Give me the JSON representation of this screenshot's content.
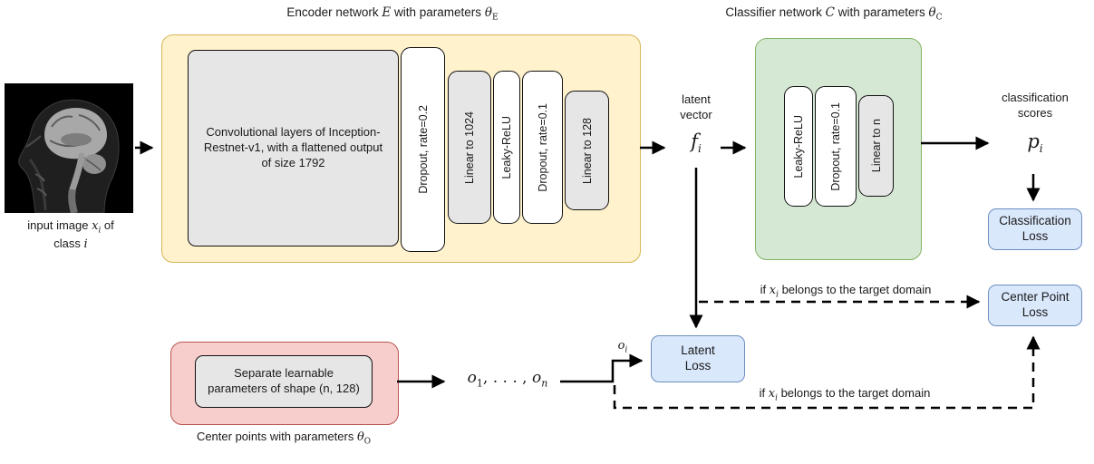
{
  "titles": {
    "encoder": {
      "pre": "Encoder network ",
      "sym": "E",
      "mid": " with parameters ",
      "theta": "θ",
      "theta_sub": "E"
    },
    "classifier": {
      "pre": "Classifier network ",
      "sym": "C",
      "mid": " with parameters ",
      "theta": "θ",
      "theta_sub": "C"
    }
  },
  "input_image": {
    "caption": {
      "l1_pre": "input image ",
      "l1_sym": "x",
      "l1_sub": "i",
      "l1_post": " of",
      "l2_pre": "class ",
      "l2_sym": "i"
    }
  },
  "encoder": {
    "conv_box": "Convolutional layers of Inception-Restnet-v1, with a flattened output of size 1792",
    "layers": [
      {
        "label": "Dropout, rate=0.2"
      },
      {
        "label": "Linear to 1024"
      },
      {
        "label": "Leaky-ReLU"
      },
      {
        "label": "Dropout, rate=0.1"
      },
      {
        "label": "Linear to 128"
      }
    ]
  },
  "classifier": {
    "layers": [
      {
        "label": "Leaky-ReLU"
      },
      {
        "label": "Dropout, rate=0.1"
      },
      {
        "label": "Linear to n"
      }
    ]
  },
  "latent": {
    "l1": "latent",
    "l2": "vector",
    "sym": "f",
    "sub": "i"
  },
  "scores": {
    "l1": "classification",
    "l2": "scores",
    "sym": "p",
    "sub": "i"
  },
  "losses": {
    "classification": {
      "l1": "Classification",
      "l2": "Loss"
    },
    "center_point": {
      "l1": "Center Point",
      "l2": "Loss"
    },
    "latent": {
      "l1": "Latent",
      "l2": "Loss"
    }
  },
  "center_points": {
    "inner": "Separate learnable parameters of shape (n, 128)",
    "caption": {
      "pre": "Center points with parameters ",
      "theta": "θ",
      "sub": "O"
    }
  },
  "outputs": {
    "o": "o",
    "sub1": "1",
    "sep": ", . . . , ",
    "subn": "n",
    "oi_sym": "o",
    "oi_sub": "i"
  },
  "condition": {
    "pre": "if ",
    "sym": "x",
    "sub": "i",
    "post": " belongs to the target domain"
  },
  "colors": {
    "encoder_fill": "#FFF2CC",
    "encoder_border": "#D6B656",
    "classifier_fill": "#D5E8D4",
    "classifier_border": "#82B366",
    "center_points_fill": "#F8CECC",
    "center_points_border": "#B85450",
    "loss_fill": "#DAE8FC",
    "loss_border": "#6C8EBF",
    "layer_gray_fill": "#E6E6E6",
    "layer_white_fill": "#FFFFFF",
    "line_color": "#000000"
  }
}
